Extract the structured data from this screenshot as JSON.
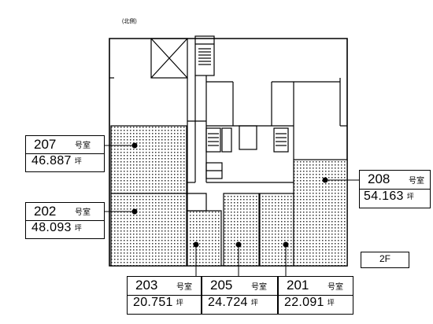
{
  "floor_label": "2F",
  "north_note": "(北側)",
  "units": [
    {
      "id": "207",
      "room_suffix": "号室",
      "area": "46.887",
      "area_unit": "坪"
    },
    {
      "id": "202",
      "room_suffix": "号室",
      "area": "48.093",
      "area_unit": "坪"
    },
    {
      "id": "203",
      "room_suffix": "号室",
      "area": "20.751",
      "area_unit": "坪"
    },
    {
      "id": "205",
      "room_suffix": "号室",
      "area": "24.724",
      "area_unit": "坪"
    },
    {
      "id": "201",
      "room_suffix": "号室",
      "area": "22.091",
      "area_unit": "坪"
    },
    {
      "id": "208",
      "room_suffix": "号室",
      "area": "54.163",
      "area_unit": "坪"
    }
  ]
}
